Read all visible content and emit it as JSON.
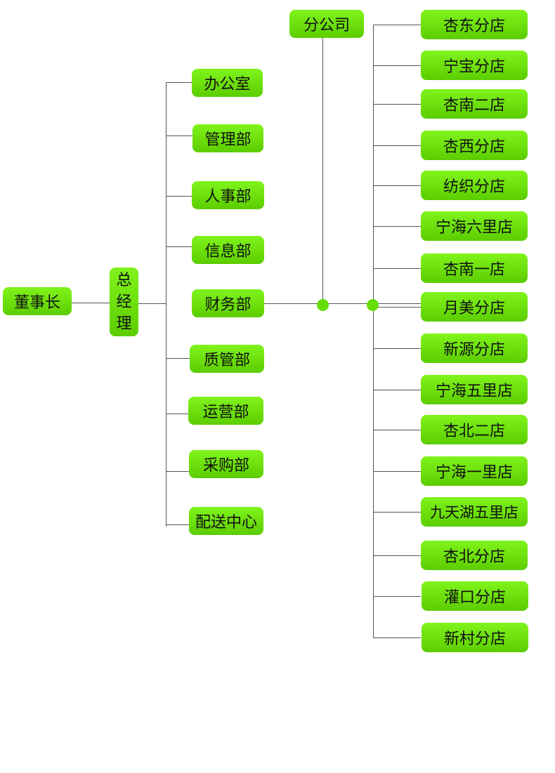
{
  "chairman": "董事长",
  "general_manager": [
    "总",
    "经",
    "理"
  ],
  "branch_company": "分公司",
  "departments": [
    "办公室",
    "管理部",
    "人事部",
    "信息部",
    "财务部",
    "质管部",
    "运营部",
    "采购部",
    "配送中心"
  ],
  "stores": [
    "杏东分店",
    "宁宝分店",
    "杏南二店",
    "杏西分店",
    "纺织分店",
    "宁海六里店",
    "杏南一店",
    "月美分店",
    "新源分店",
    "宁海五里店",
    "杏北二店",
    "宁海一里店",
    "九天湖五里店",
    "杏北分店",
    "灌口分店",
    "新村分店"
  ],
  "colors": {
    "node_top": "#80f41c",
    "node_bottom": "#5ccd00",
    "line": "#555555"
  }
}
